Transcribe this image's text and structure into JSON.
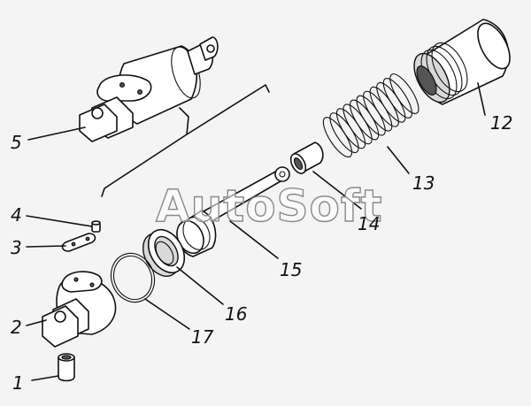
{
  "watermark": "AutoSoft",
  "callouts": [
    {
      "id": "1",
      "text": "1"
    },
    {
      "id": "2",
      "text": "2"
    },
    {
      "id": "3",
      "text": "3"
    },
    {
      "id": "4",
      "text": "4"
    },
    {
      "id": "5",
      "text": "5"
    },
    {
      "id": "12",
      "text": "12"
    },
    {
      "id": "13",
      "text": "13"
    },
    {
      "id": "14",
      "text": "14"
    },
    {
      "id": "15",
      "text": "15"
    },
    {
      "id": "16",
      "text": "16"
    },
    {
      "id": "17",
      "text": "17"
    }
  ],
  "colors": {
    "line": "#111111",
    "background": "#f4f4f4",
    "watermark_outline": "#8a8a8a"
  }
}
